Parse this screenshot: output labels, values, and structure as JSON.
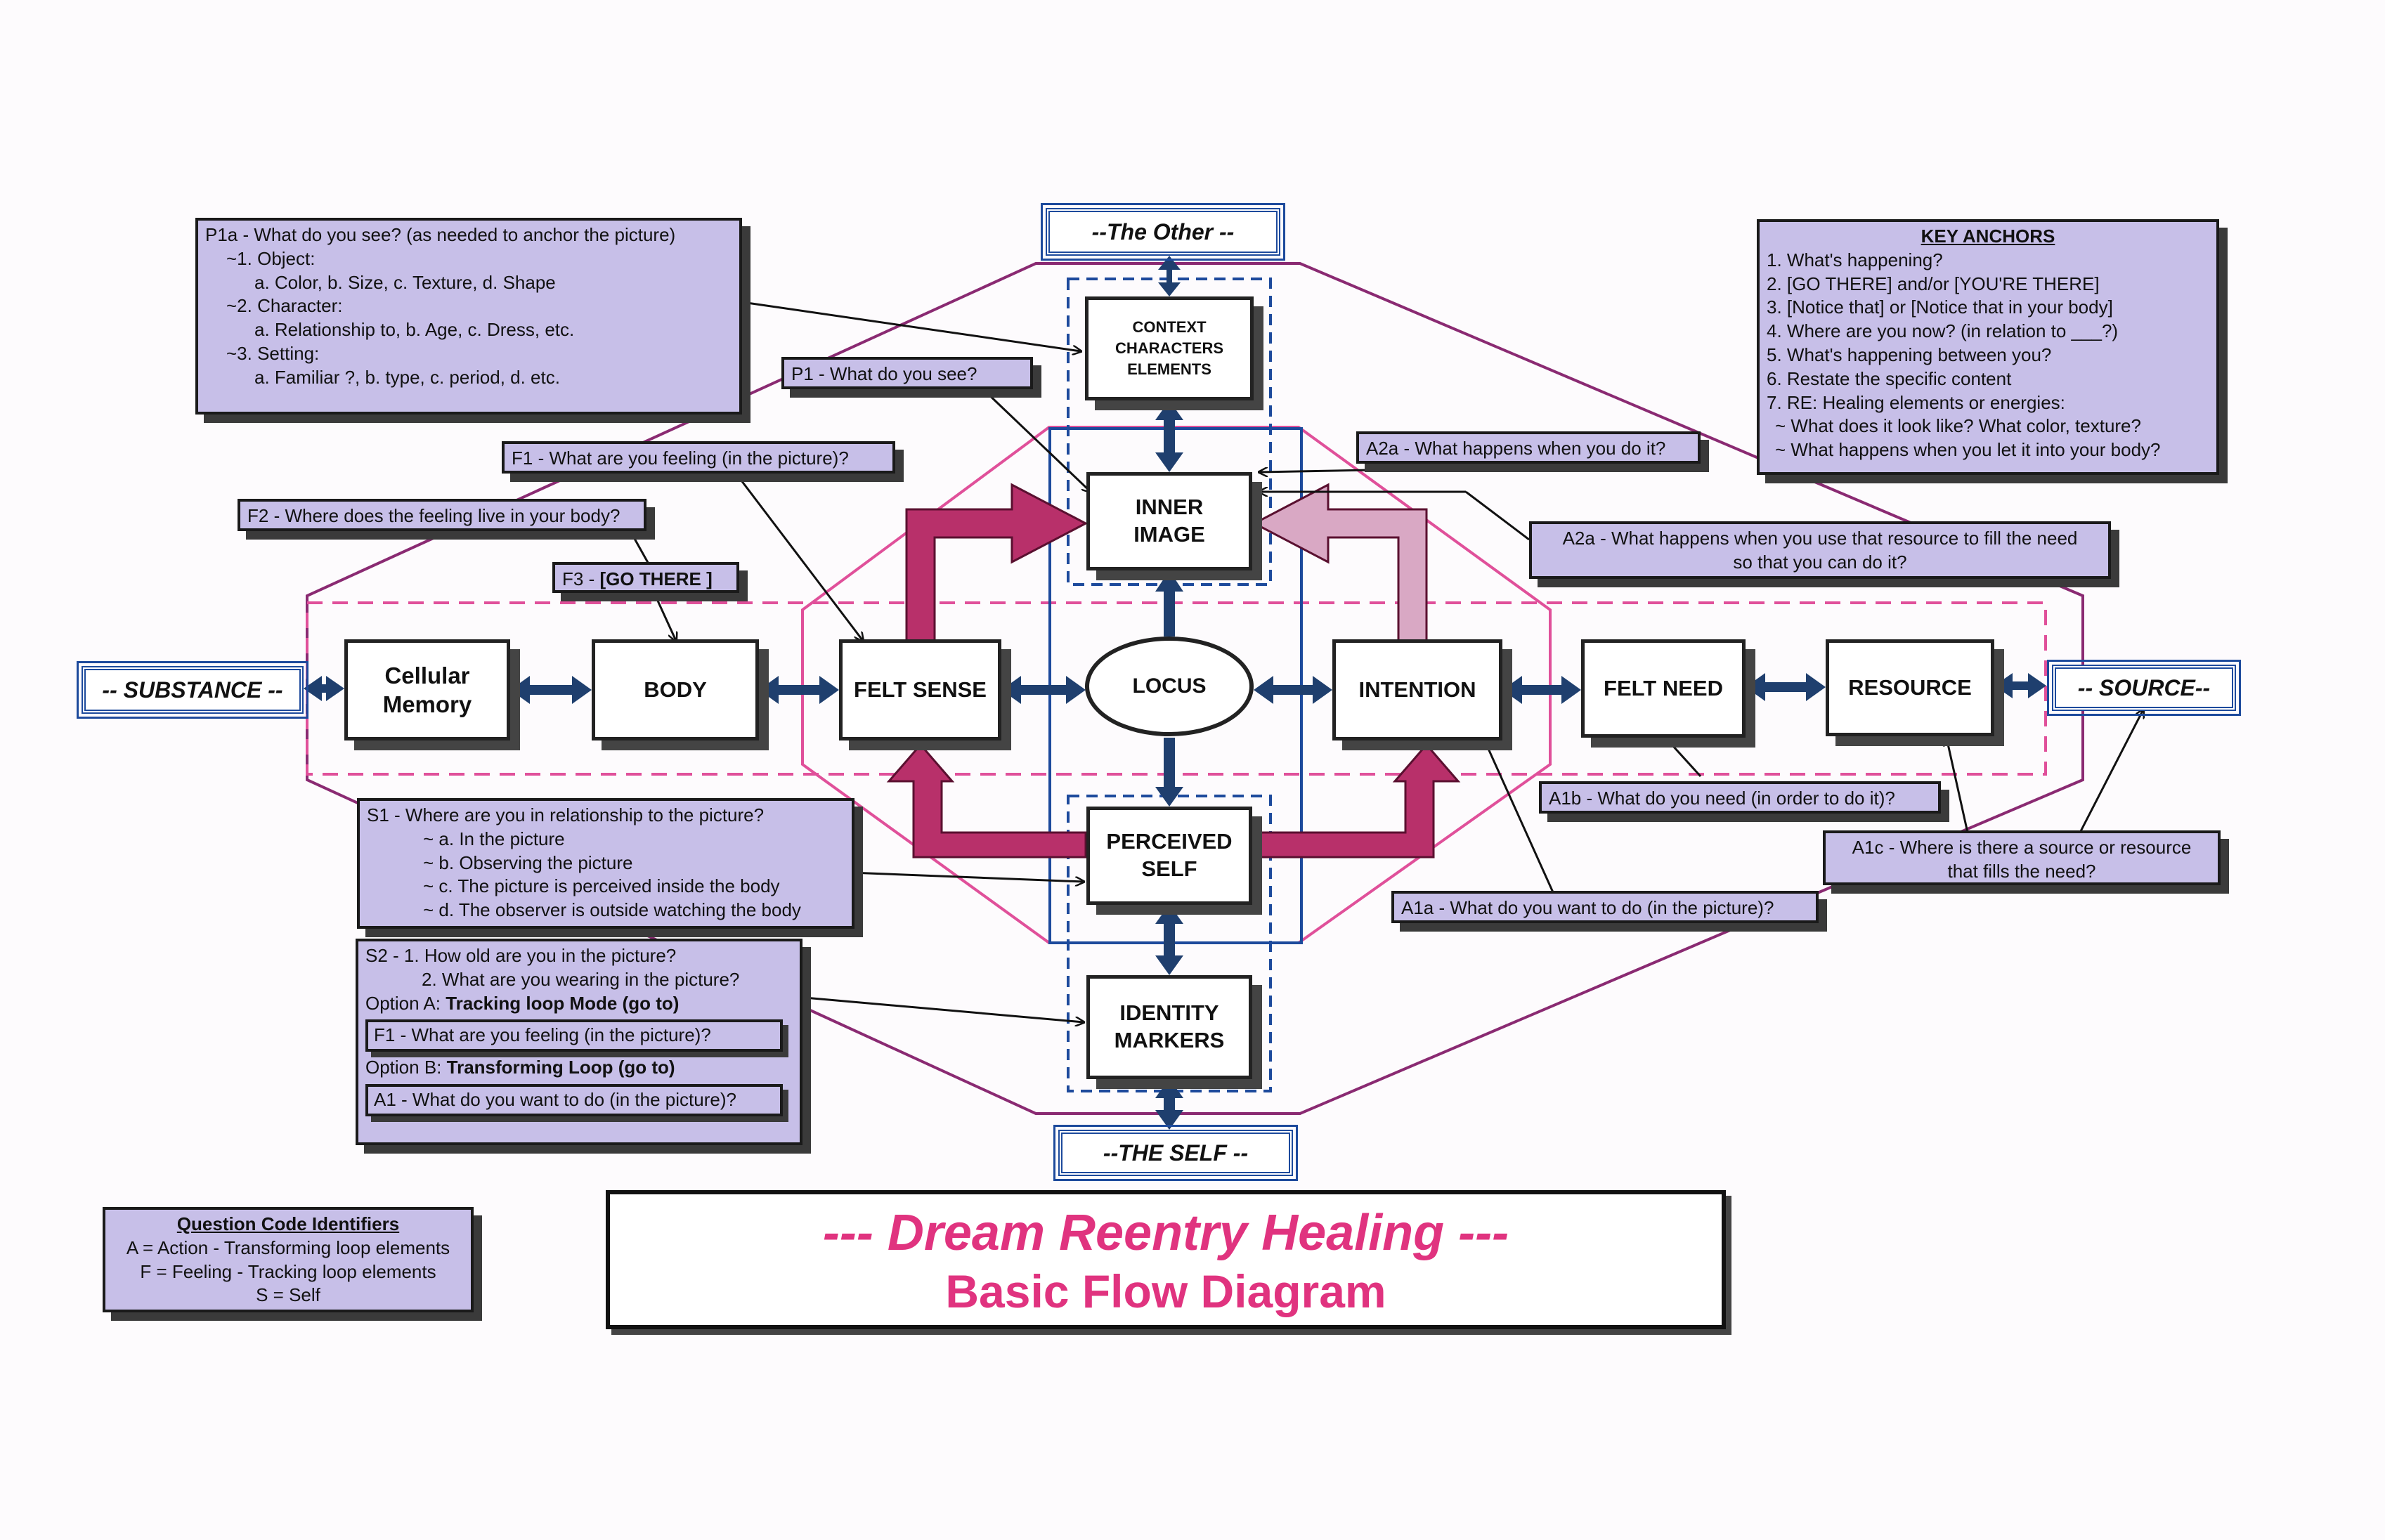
{
  "edges": {
    "other": "--The Other --",
    "self": "--THE SELF --",
    "substance": "-- SUBSTANCE --",
    "source": "-- SOURCE--"
  },
  "nodes": {
    "context": [
      "CONTEXT",
      "CHARACTERS",
      "ELEMENTS"
    ],
    "inner_image": [
      "INNER",
      "IMAGE"
    ],
    "locus": "LOCUS",
    "perceived_self": [
      "PERCEIVED",
      "SELF"
    ],
    "identity_markers": [
      "IDENTITY",
      "MARKERS"
    ],
    "cellular_memory": [
      "Cellular",
      "Memory"
    ],
    "body": "BODY",
    "felt_sense": "FELT SENSE",
    "intention": "INTENTION",
    "felt_need": "FELT NEED",
    "resource": "RESOURCE"
  },
  "questions": {
    "p1a": {
      "line1": "P1a - What do you see? (as needed to anchor the picture)",
      "line2": "~1. Object:",
      "line3": "a. Color, b. Size, c. Texture, d. Shape",
      "line4": "~2. Character:",
      "line5": "a. Relationship to, b. Age, c. Dress, etc.",
      "line6": "~3. Setting:",
      "line7": "a. Familiar ?, b. type, c. period, d. etc."
    },
    "p1": "P1 - What do you see?",
    "f1": "F1 - What are you feeling (in the picture)?",
    "f2": "F2 - Where does the feeling live in your body?",
    "f3_prefix": "F3 - ",
    "f3_bold": "[GO THERE ]",
    "a2a_short": "A2a - What happens when you do it?",
    "a2a_long": [
      "A2a - What happens when you use that resource to fill the need",
      "so that you can do it?"
    ],
    "a1b": "A1b - What do you need (in order to do it)?",
    "a1c": [
      "A1c - Where is there a source or resource",
      "that fills the need?"
    ],
    "a1a": "A1a - What do you want to do (in the picture)?",
    "s1": {
      "line1": "S1 - Where are you in relationship to the picture?",
      "line2": "~ a.  In the picture",
      "line3": "~ b.  Observing the picture",
      "line4": "~ c.  The picture is perceived inside the body",
      "line5": "~ d.  The observer is outside watching the body"
    },
    "s2": {
      "line1": "S2 -   1. How old are you in the picture?",
      "line2": "2. What are you wearing in the picture?",
      "optA_prefix": "Option A: ",
      "optA_bold": "Tracking loop Mode (go to)",
      "optA_inner": "F1 - What are you feeling (in the picture)?",
      "optB_prefix": "Option B: ",
      "optB_bold": "Transforming Loop (go to)",
      "optB_inner": "A1 - What do you want to do (in the picture)?"
    }
  },
  "key_anchors": {
    "heading": "KEY ANCHORS",
    "items": [
      "1. What's happening?",
      "2. [GO THERE] and/or [YOU'RE THERE]",
      "3. [Notice that] or [Notice that in your body]",
      "4. Where are you now? (in relation to ___?)",
      "5. What's happening between you?",
      "6. Restate the specific content",
      "7. RE: Healing elements or energies:",
      "~ What does it look like? What color, texture?",
      "~ What happens when you let it into your body?"
    ]
  },
  "legend": {
    "heading": "Question Code Identifiers",
    "items": [
      "A = Action - Transforming loop elements",
      "F = Feeling - Tracking loop elements",
      "S = Self"
    ]
  },
  "title": {
    "line1": "--- Dream Reentry Healing ---",
    "line2": "Basic Flow Diagram"
  },
  "colors": {
    "navy_arrow": "#1f3f6e",
    "magenta_arrow": "#b8306a",
    "pink_line": "#e0509a",
    "purple_line": "#8a2a72",
    "blue_frame": "#1d4a9c",
    "question_fill": "#c7bfe8",
    "title_text": "#e0337f"
  }
}
